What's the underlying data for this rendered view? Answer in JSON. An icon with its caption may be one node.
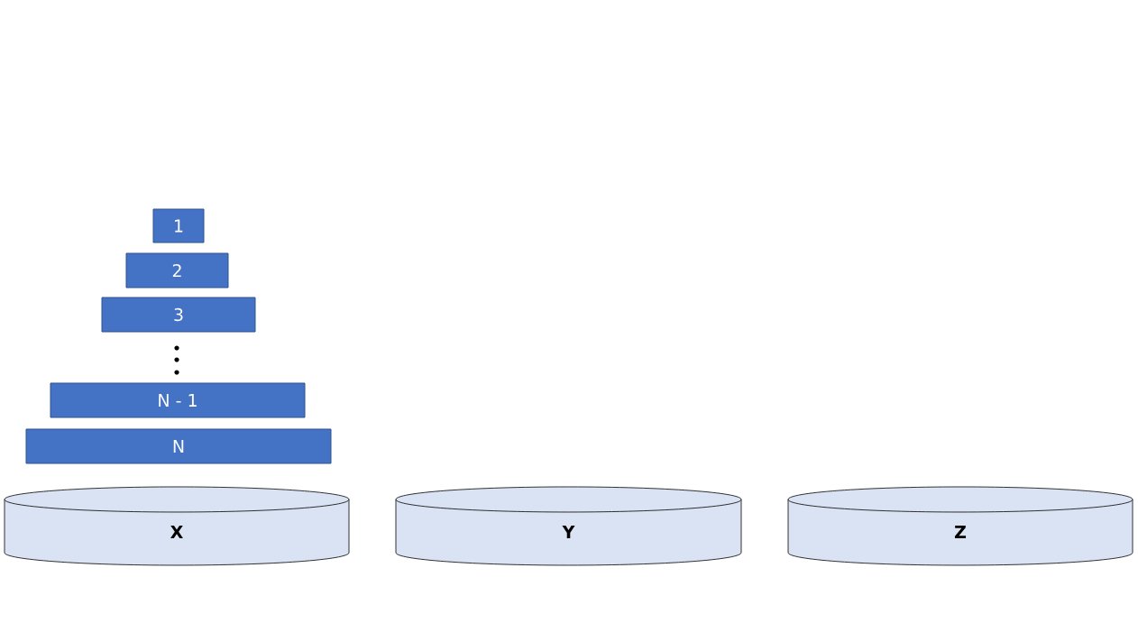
{
  "diagram": {
    "nodes": [
      {
        "text": [
          "1"
        ]
      },
      {
        "text": [
          "2"
        ]
      },
      {
        "text": [
          "3"
        ]
      },
      {
        "text": [
          "N - 1"
        ]
      },
      {
        "text": [
          "N"
        ]
      },
      {
        "text": [
          "X"
        ]
      },
      {
        "text": [
          "Y"
        ]
      },
      {
        "text": [
          "Z"
        ]
      }
    ]
  }
}
